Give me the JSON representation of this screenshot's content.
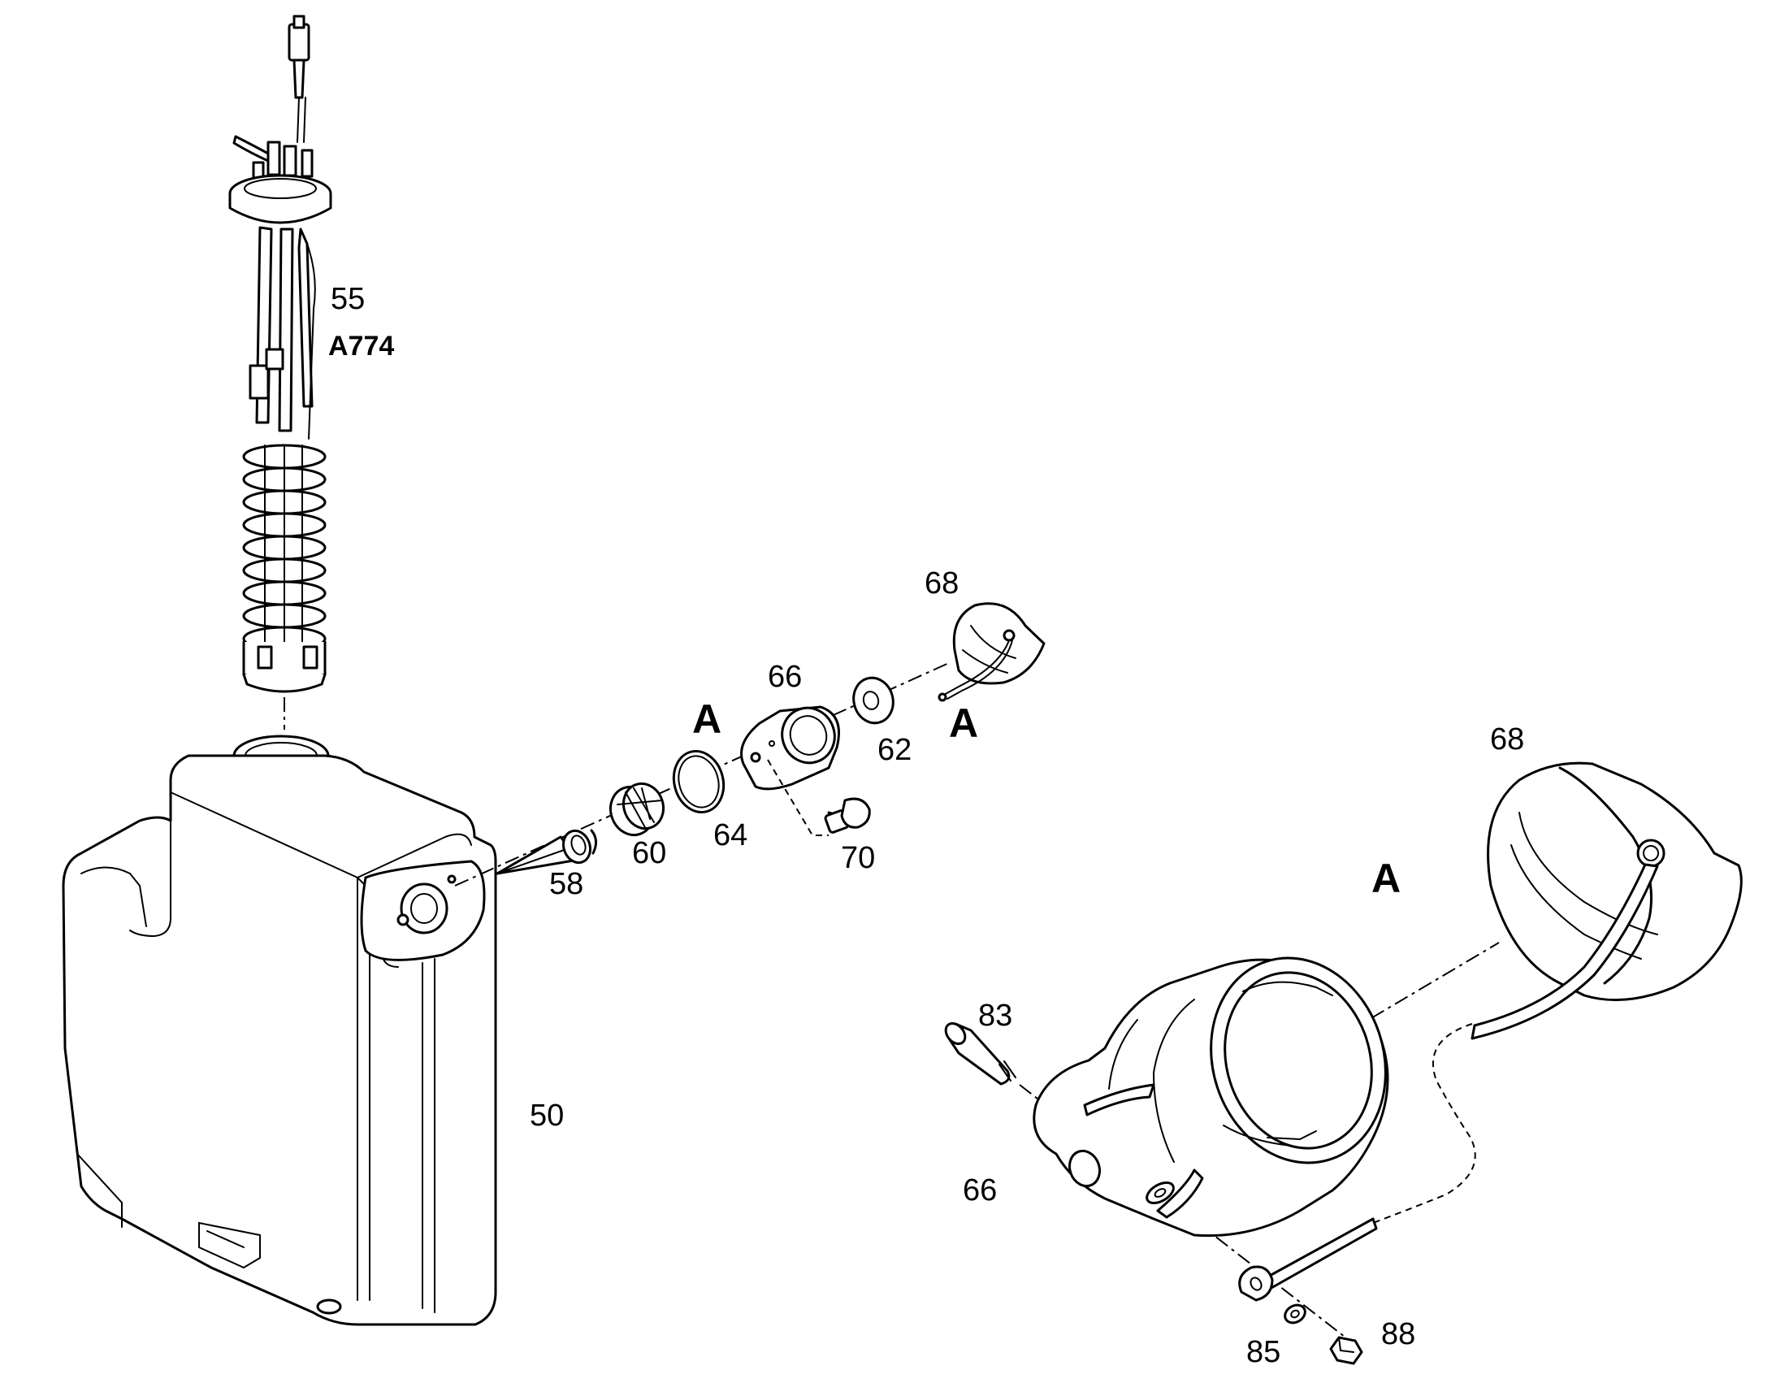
{
  "labels": {
    "item_55": "55",
    "item_a774": "A774",
    "item_68_top": "68",
    "item_66_top": "66",
    "item_a_left": "A",
    "item_a_right": "A",
    "item_62": "62",
    "item_64": "64",
    "item_60": "60",
    "item_58": "58",
    "item_70": "70",
    "item_50": "50",
    "detail_a": "A",
    "item_68_detail": "68",
    "item_83": "83",
    "item_66_detail": "66",
    "item_85": "85",
    "item_88": "88"
  }
}
